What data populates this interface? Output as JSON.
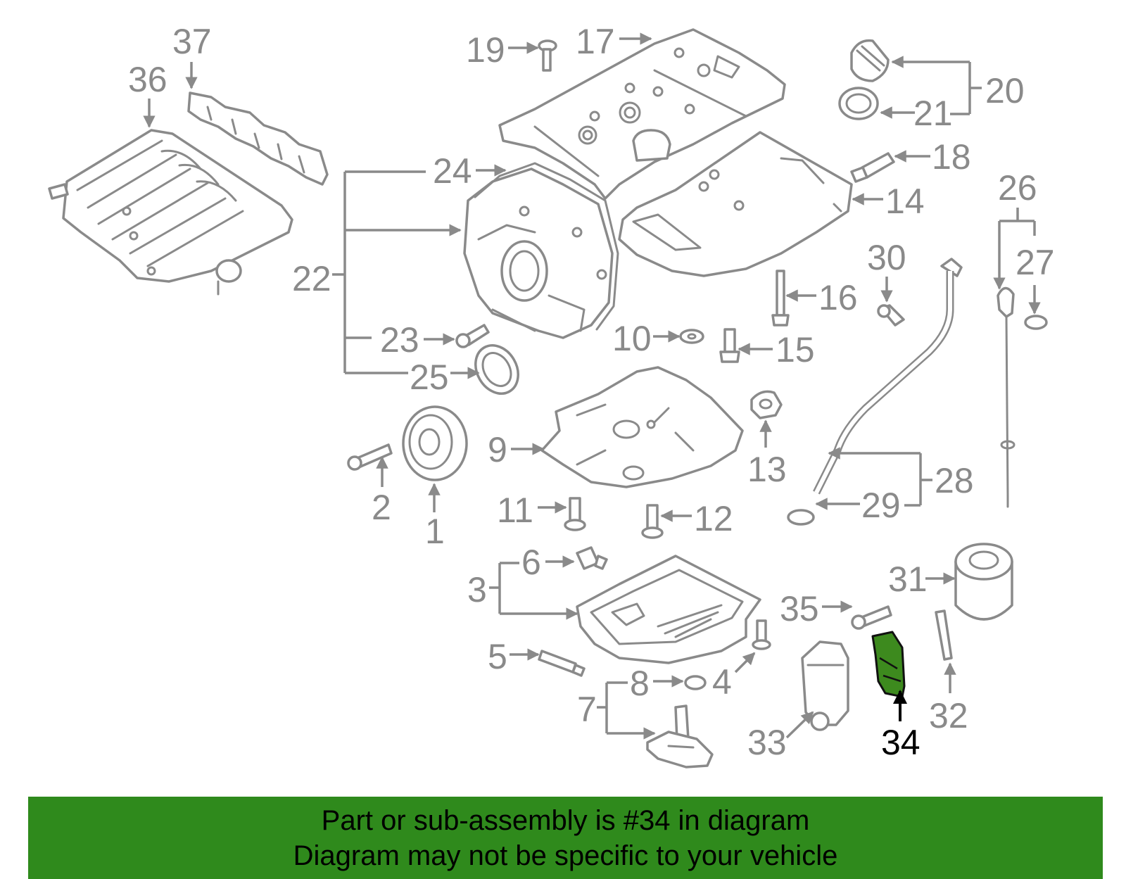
{
  "diagram": {
    "highlight_color": "#3d8a1e",
    "line_color": "#8a8a8a",
    "callouts": {
      "c1": "1",
      "c2": "2",
      "c3": "3",
      "c4": "4",
      "c5": "5",
      "c6": "6",
      "c7": "7",
      "c8": "8",
      "c9": "9",
      "c10": "10",
      "c11": "11",
      "c12": "12",
      "c13": "13",
      "c14": "14",
      "c15": "15",
      "c16": "16",
      "c17": "17",
      "c18": "18",
      "c19": "19",
      "c20": "20",
      "c21": "21",
      "c22": "22",
      "c23": "23",
      "c24": "24",
      "c25": "25",
      "c26": "26",
      "c27": "27",
      "c28": "28",
      "c29": "29",
      "c30": "30",
      "c31": "31",
      "c32": "32",
      "c33": "33",
      "c34": "34",
      "c35": "35",
      "c36": "36",
      "c37": "37"
    },
    "highlighted_part": "34"
  },
  "banner": {
    "line1": "Part or sub-assembly is #34 in diagram",
    "line2": "Diagram may not be specific to your vehicle",
    "color": "#2f8a1c"
  }
}
